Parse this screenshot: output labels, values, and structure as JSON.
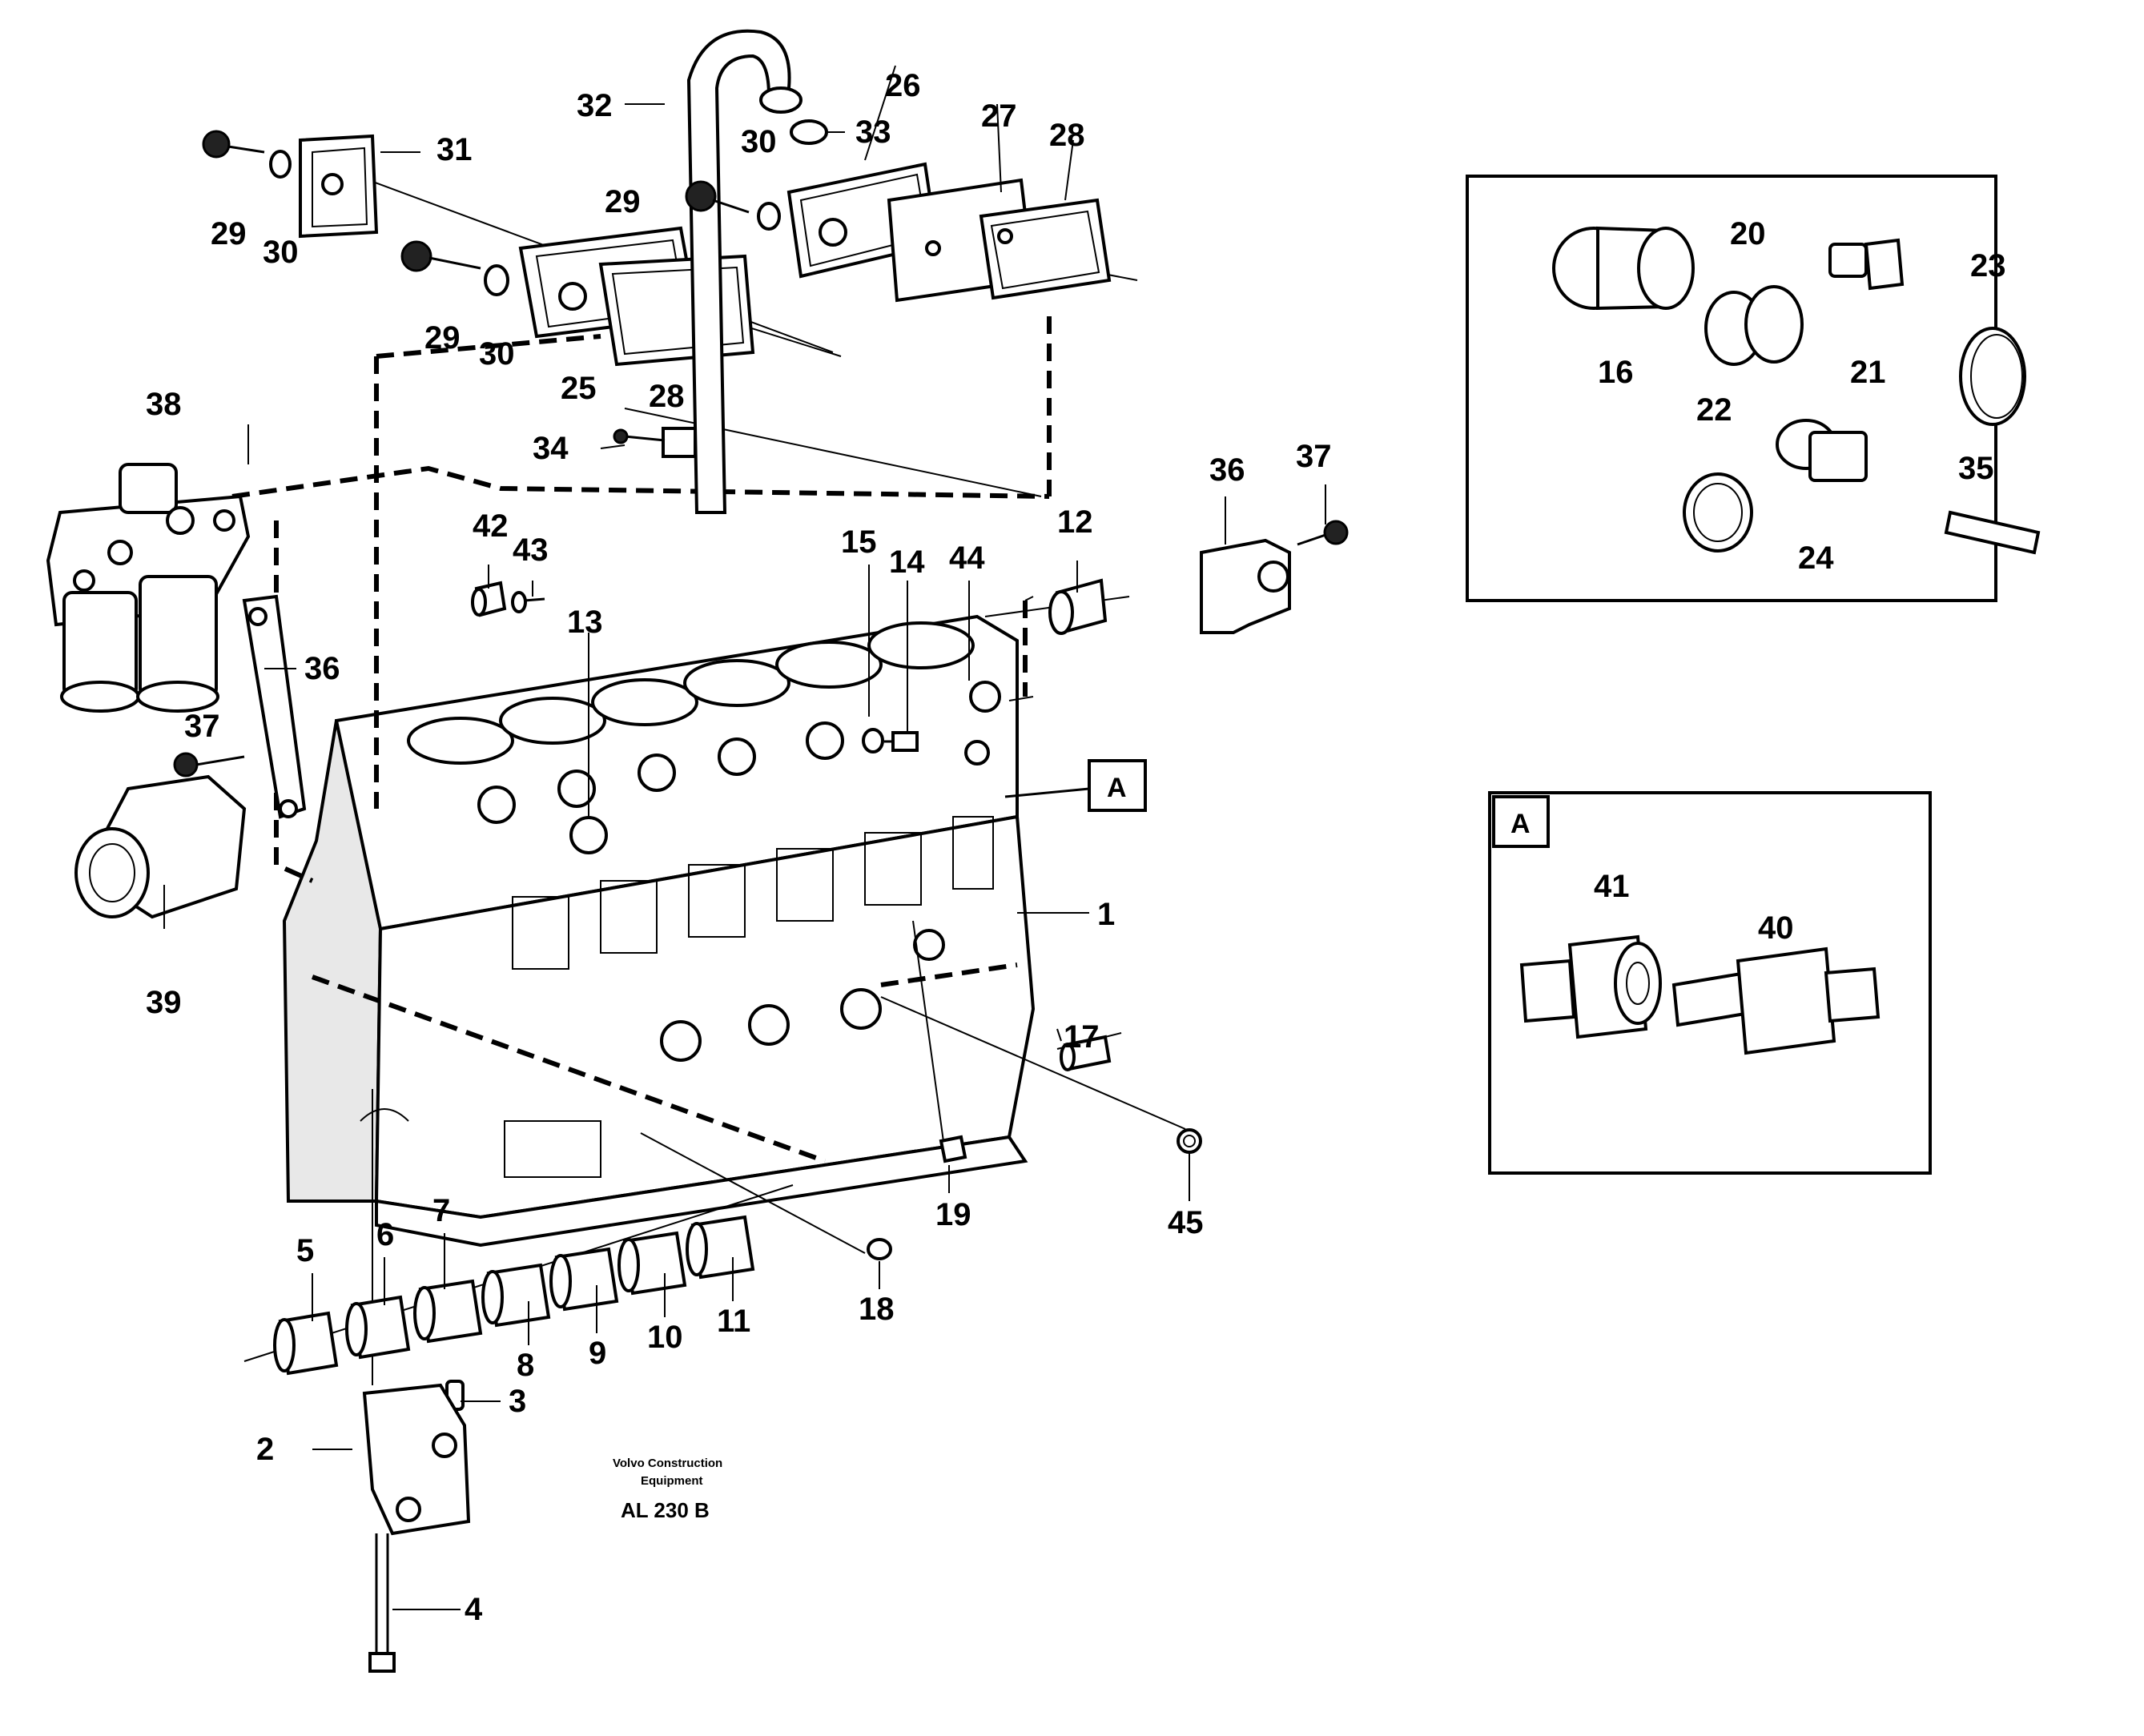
{
  "callouts": {
    "c1": "1",
    "c2": "2",
    "c3": "3",
    "c4": "4",
    "c5": "5",
    "c6": "6",
    "c7": "7",
    "c8": "8",
    "c9": "9",
    "c10": "10",
    "c11": "11",
    "c12": "12",
    "c13": "13",
    "c14": "14",
    "c15": "15",
    "c16": "16",
    "c17": "17",
    "c18": "18",
    "c19": "19",
    "c20": "20",
    "c21": "21",
    "c22": "22",
    "c23": "23",
    "c24": "24",
    "c25": "25",
    "c26": "26",
    "c27": "27",
    "c28": "28",
    "c29": "29",
    "c30": "30",
    "c31": "31",
    "c32": "32",
    "c33": "33",
    "c34": "34",
    "c35": "35",
    "c36": "36",
    "c37": "37",
    "c38": "38",
    "c39": "39",
    "c40": "40",
    "c41": "41",
    "c42": "42",
    "c43": "43",
    "c44": "44",
    "c45": "45"
  },
  "detail_ref": "A",
  "footer": {
    "company_line1": "Volvo Construction",
    "company_line2": "Equipment",
    "drawing_code": "AL 230 B"
  }
}
